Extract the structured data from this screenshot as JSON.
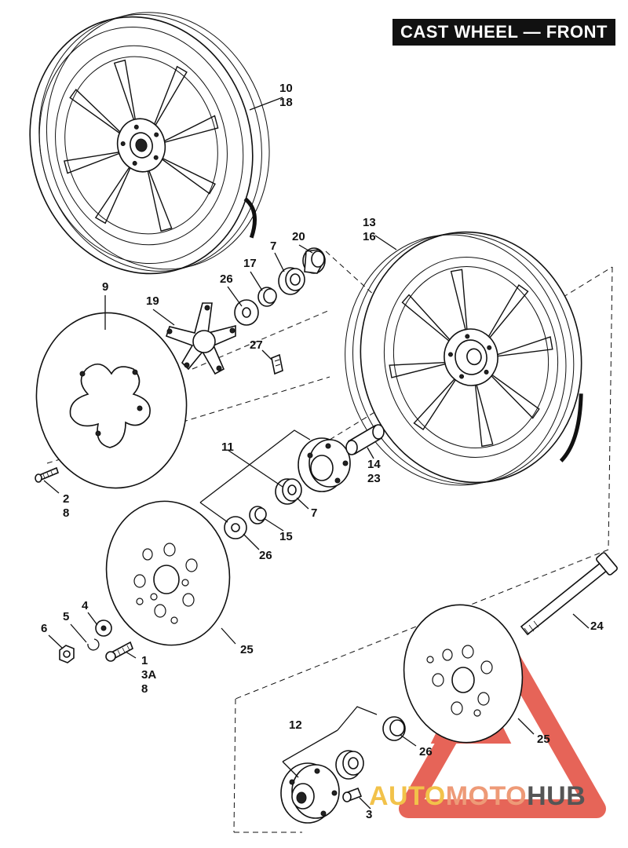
{
  "title": "CAST WHEEL — FRONT",
  "callouts": {
    "p10_18": [
      "10",
      "18"
    ],
    "p13_16": [
      "13",
      "16"
    ],
    "p20": "20",
    "p7_top": "7",
    "p17": "17",
    "p26_top": "26",
    "p19": "19",
    "p9": "9",
    "p27": "27",
    "p2_8": [
      "2",
      "8"
    ],
    "p11": "11",
    "p7_mid": "7",
    "p14_23": [
      "14",
      "23"
    ],
    "p15": "15",
    "p26_mid": "26",
    "p4": "4",
    "p5": "5",
    "p6": "6",
    "p1_3a_8": [
      "1",
      "3A",
      "8"
    ],
    "p25_left": "25",
    "p24": "24",
    "p12": "12",
    "p26_bottom": "26",
    "p25_right": "25",
    "p3": "3"
  },
  "watermark": {
    "part1": "AUTO",
    "part2": "MOTO",
    "part3": "HUB"
  },
  "colors": {
    "ink": "#111111",
    "watermark_red": "#e24a3b",
    "watermark_yellow": "#f2c24a"
  }
}
